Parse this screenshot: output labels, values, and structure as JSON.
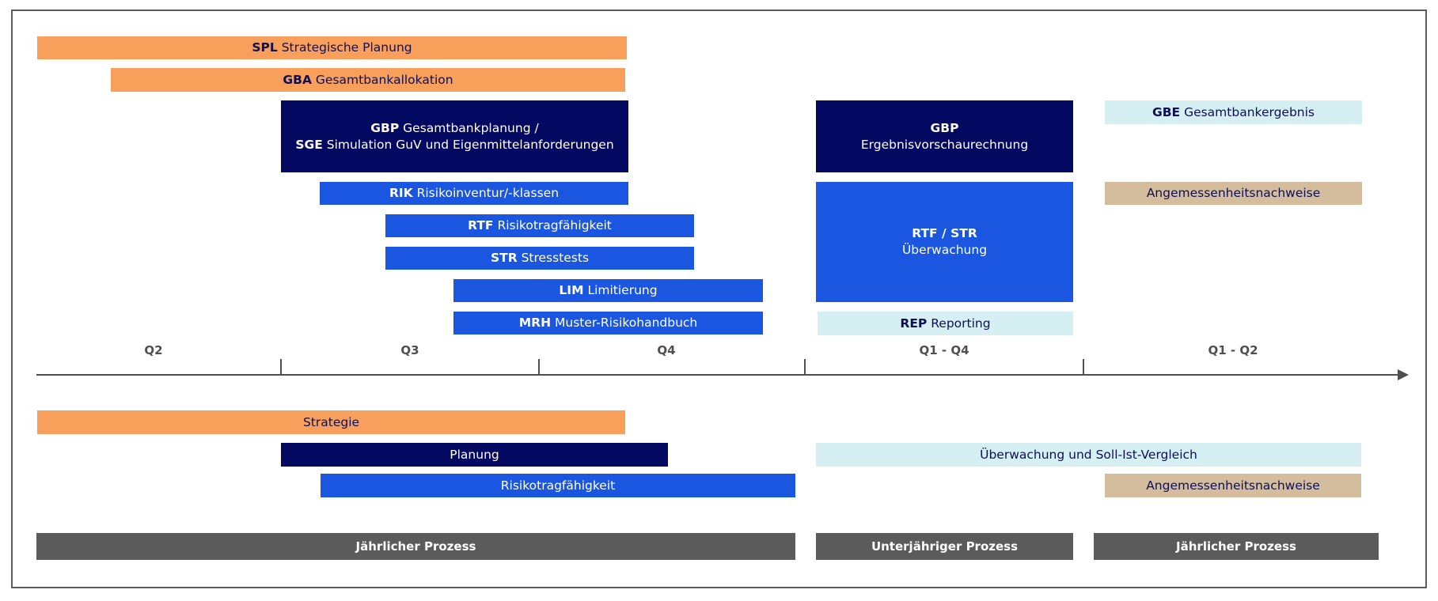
{
  "top": {
    "spl": {
      "code": "SPL",
      "label": "Strategische Planung"
    },
    "gba": {
      "code": "GBA",
      "label": "Gesamtbankallokation"
    },
    "gbp": {
      "code1": "GBP",
      "label1": "Gesamtbankplanung /",
      "code2": "SGE",
      "label2": "Simulation GuV und Eigenmittelanforderungen"
    },
    "rik": {
      "code": "RIK",
      "label": "Risikoinventur/-klassen"
    },
    "rtf": {
      "code": "RTF",
      "label": "Risikotragfähigkeit"
    },
    "str": {
      "code": "STR",
      "label": "Stresstests"
    },
    "lim": {
      "code": "LIM",
      "label": "Limitierung"
    },
    "mrh": {
      "code": "MRH",
      "label": "Muster-Risikohandbuch"
    },
    "gbp2": {
      "code": "GBP",
      "label": "Ergebnisvorschaurechnung"
    },
    "rtfstr": {
      "code": "RTF / STR",
      "label": "Überwachung"
    },
    "rep": {
      "code": "REP",
      "label": "Reporting"
    },
    "gbe": {
      "code": "GBE",
      "label": "Gesamtbankergebnis"
    },
    "angemessen": {
      "label": "Angemessenheitsnachweise"
    }
  },
  "timeline": {
    "labels": [
      "Q2",
      "Q3",
      "Q4",
      "Q1 - Q4",
      "Q1 - Q2"
    ]
  },
  "bottom": {
    "strategie": "Strategie",
    "planung": "Planung",
    "risikotragfaehigkeit": "Risikotragfähigkeit",
    "ueberwachung": "Überwachung und Soll-Ist-Vergleich",
    "angemessen": "Angemessenheitsnachweise"
  },
  "process": {
    "jaehrlich1": "Jährlicher Prozess",
    "unterjaehrig": "Unterjähriger Prozess",
    "jaehrlich2": "Jährlicher Prozess"
  },
  "colors": {
    "orange": "#f8a05b",
    "navy": "#030860",
    "blue": "#1a56df",
    "light": "#d6eff2",
    "tan": "#d3bd9c",
    "gray": "#5b5b5b"
  }
}
